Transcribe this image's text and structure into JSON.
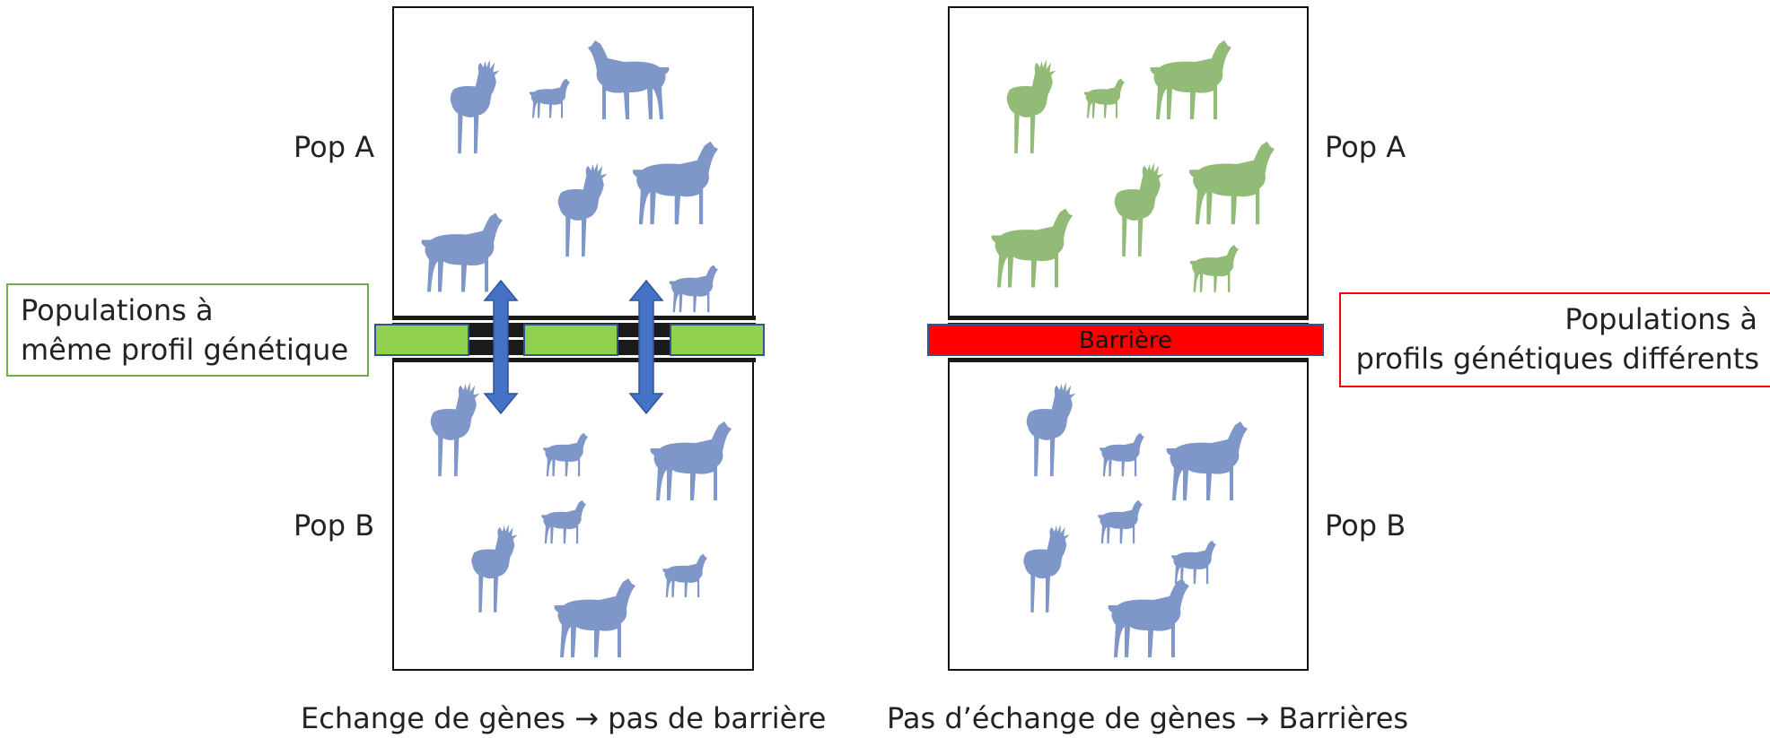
{
  "left_panel": {
    "pop_a_label": "Pop A",
    "pop_b_label": "Pop B",
    "caption": "Echange de gènes → pas de barrière",
    "deer_color": "#7f96c8"
  },
  "right_panel": {
    "pop_a_label": "Pop A",
    "pop_b_label": "Pop B",
    "caption": "Pas d’échange de gènes → Barrières",
    "barrier_label": "Barrière",
    "deer_color_top": "#93bb78",
    "deer_color_bottom": "#7f96c8"
  },
  "callouts": {
    "left_line1": "Populations à",
    "left_line2": "même profil génétique",
    "left_border": "#70ad47",
    "right_line1": "Populations à",
    "right_line2": "profils génétiques différents",
    "right_border": "#ff0000"
  },
  "colors": {
    "arrow": "#4472c4",
    "corridor": "#92d050",
    "barrier": "#ff0000"
  }
}
